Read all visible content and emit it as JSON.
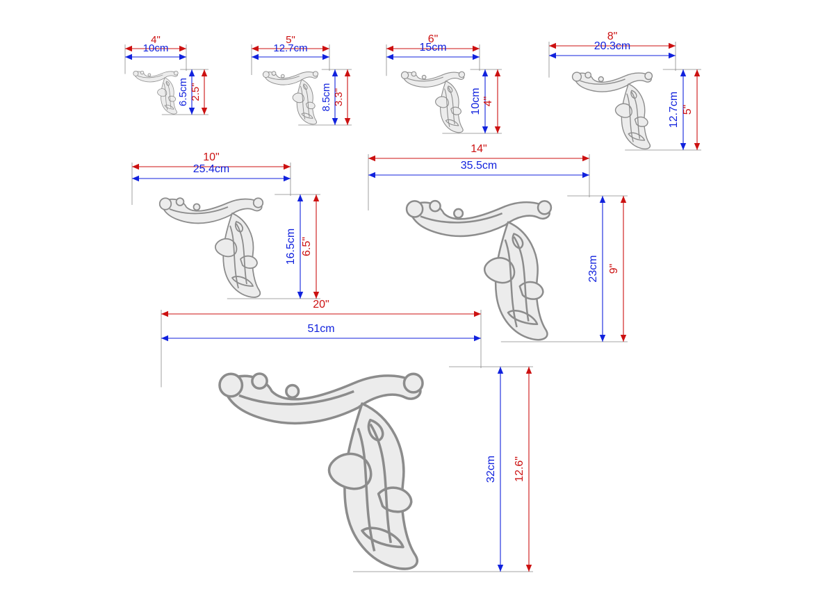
{
  "colors": {
    "inch": "#cc1111",
    "cm": "#1122dd",
    "ornament_fill": "#ececec",
    "ornament_stroke": "#8c8c8c",
    "leader": "#888888"
  },
  "icon": "acanthus-corner-ornament-icon",
  "ornaments": [
    {
      "width_in": "4\"",
      "width_cm": "10cm",
      "height_cm": "6.5cm",
      "height_in": "2.5\""
    },
    {
      "width_in": "5\"",
      "width_cm": "12.7cm",
      "height_cm": "8.5cm",
      "height_in": "3.3\""
    },
    {
      "width_in": "6\"",
      "width_cm": "15cm",
      "height_cm": "10cm",
      "height_in": "4\""
    },
    {
      "width_in": "8\"",
      "width_cm": "20.3cm",
      "height_cm": "12.7cm",
      "height_in": "5\""
    },
    {
      "width_in": "10\"",
      "width_cm": "25.4cm",
      "height_cm": "16.5cm",
      "height_in": "6.5\""
    },
    {
      "width_in": "14\"",
      "width_cm": "35.5cm",
      "height_cm": "23cm",
      "height_in": "9\""
    },
    {
      "width_in": "20\"",
      "width_cm": "51cm",
      "height_cm": "32cm",
      "height_in": "12.6\""
    }
  ]
}
